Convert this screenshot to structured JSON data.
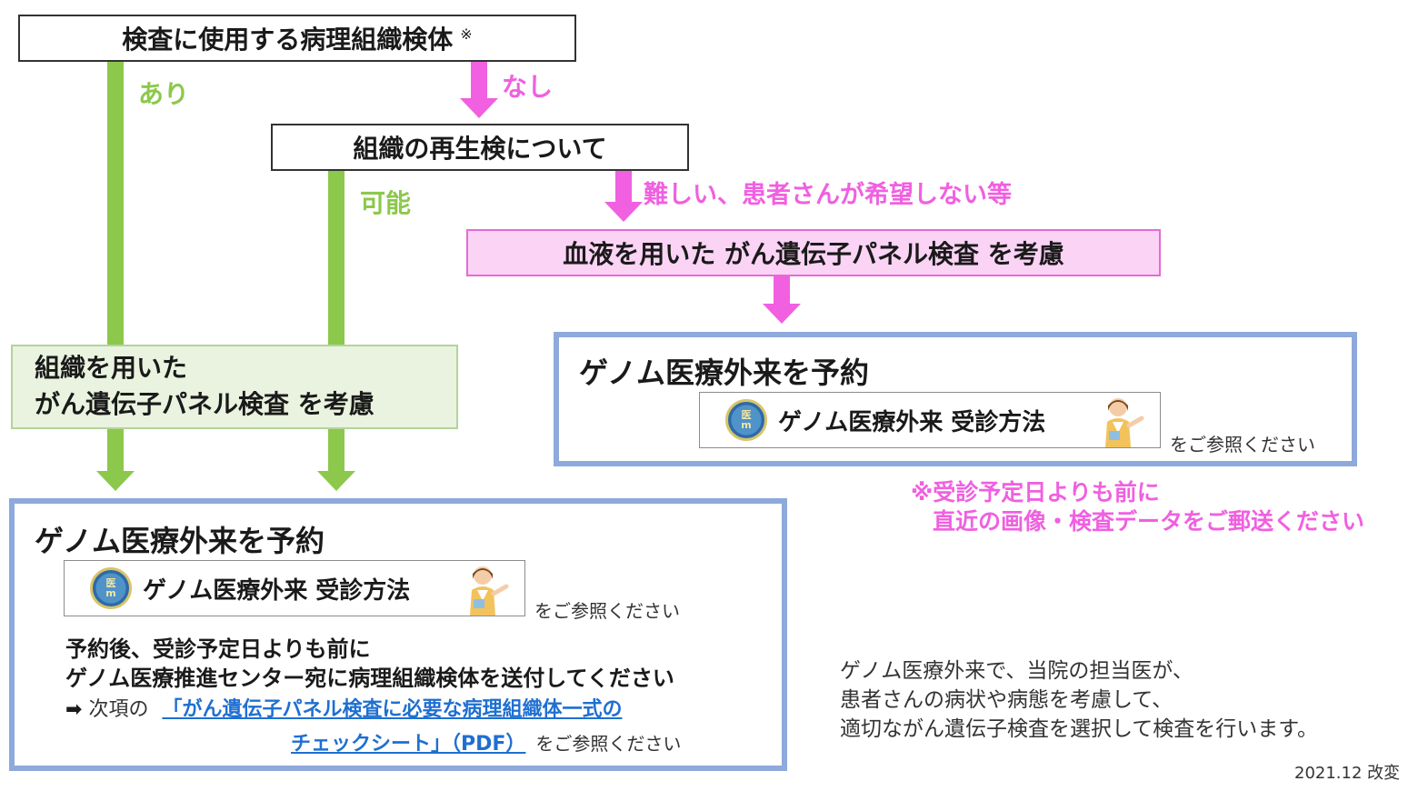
{
  "top_box": {
    "label": "検査に使用する病理組織検体",
    "mark": "※"
  },
  "branch_yes": "あり",
  "branch_no": "なし",
  "regen_box": {
    "label": "組織の再生検について"
  },
  "branch_possible": "可能",
  "branch_difficult": "難しい、患者さんが希望しない等",
  "blood_box": {
    "label": "血液を用いた がん遺伝子パネル検査 を考慮"
  },
  "tissue_box": {
    "line1": "組織を用いた",
    "line2": "がん遺伝子パネル検査 を考慮"
  },
  "right_panel": {
    "title": "ゲノム医療外来を予約",
    "button_label": "ゲノム医療外来 受診方法",
    "refer": "をご参照ください",
    "note_line1": "※受診予定日よりも前に",
    "note_line2": "直近の画像・検査データをご郵送ください"
  },
  "left_panel": {
    "title": "ゲノム医療外来を予約",
    "button_label": "ゲノム医療外来 受診方法",
    "refer": "をご参照ください",
    "text_line1": "予約後、受診予定日よりも前に",
    "text_line2": "ゲノム医療推進センター宛に病理組織検体を送付してください",
    "next_arrow": "➡",
    "next_prefix": "次項の",
    "link_line1": "「がん遺伝子パネル検査に必要な病理組織体一式の",
    "link_line2": "チェックシート」（PDF）",
    "link_refer": "をご参照ください"
  },
  "footer_text": {
    "line1": "ゲノム医療外来で、当院の担当医が、",
    "line2": "患者さんの病状や病態を考慮して、",
    "line3": "適切ながん遺伝子検査を選択して検査を行います。"
  },
  "revision": "2021.12 改変",
  "badge_text": {
    "top": "医",
    "bottom": "m"
  },
  "colors": {
    "green": "#8cc84b",
    "pink": "#f060e0",
    "blue_frame": "#8ea9db",
    "link": "#1f6fd1"
  },
  "icons": [
    "clinic-badge-icon",
    "staff-person-icon",
    "arrow-right-icon"
  ]
}
